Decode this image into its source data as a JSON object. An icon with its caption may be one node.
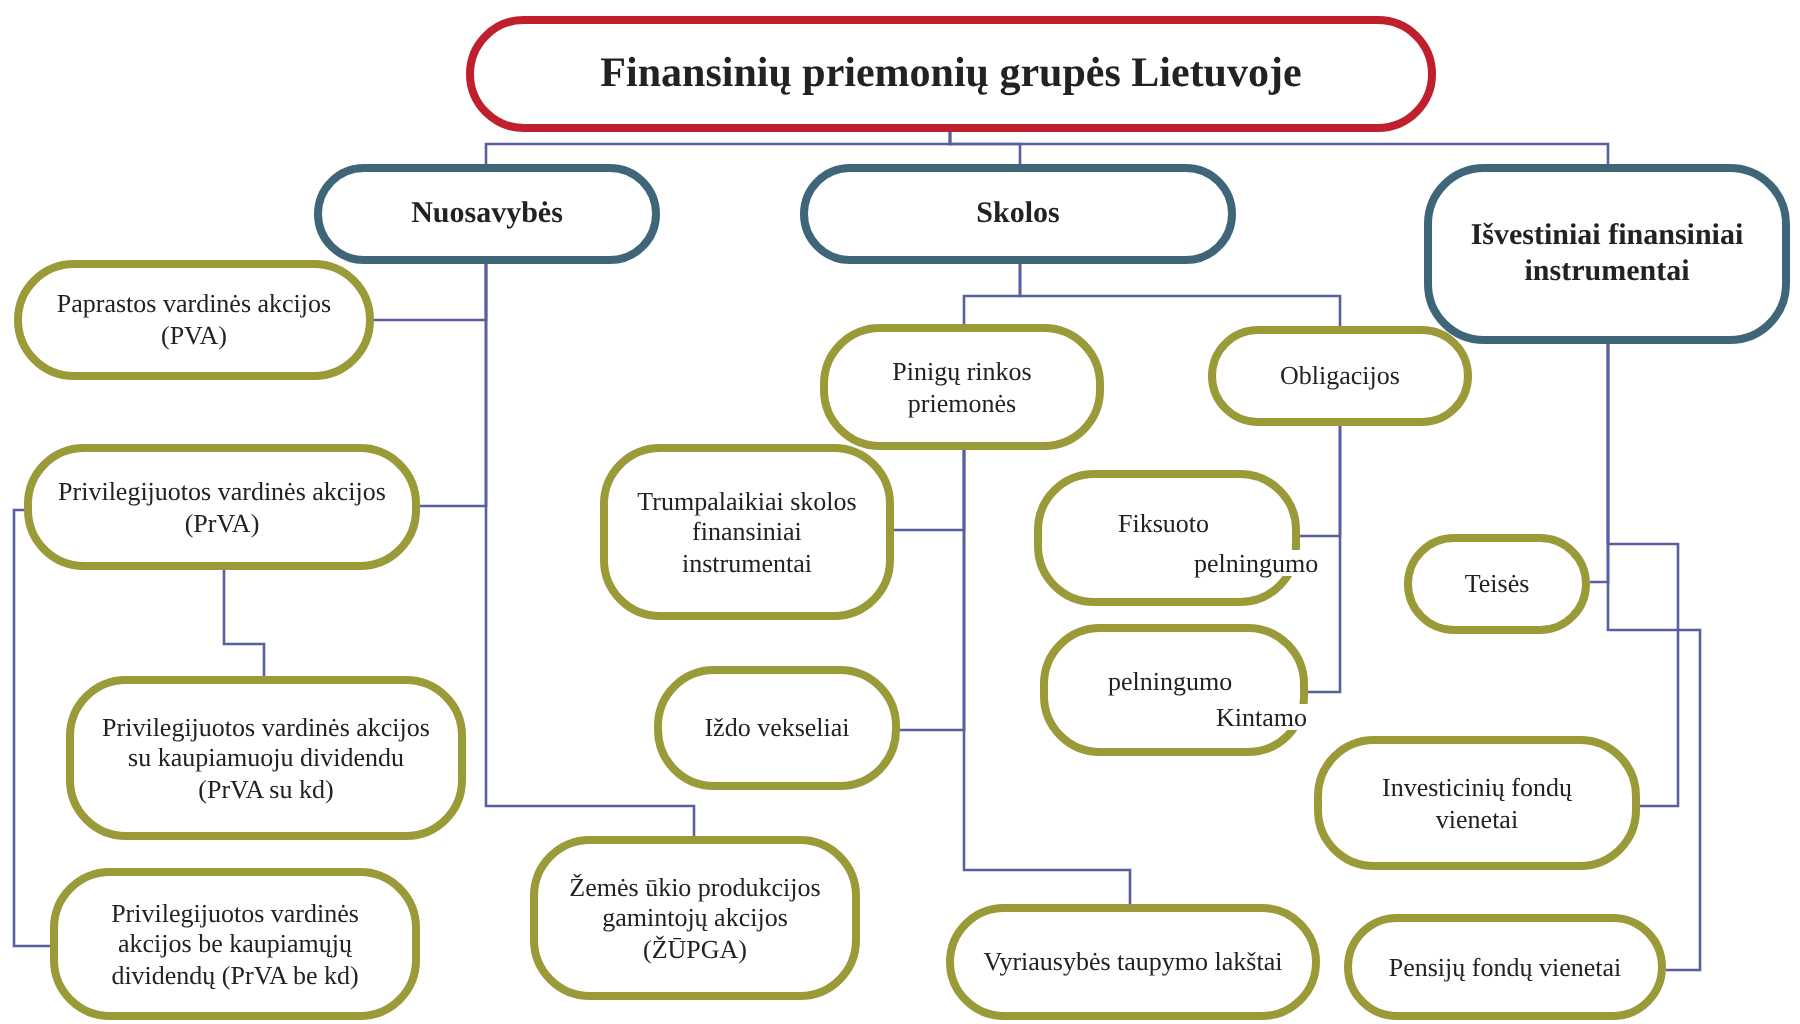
{
  "diagram": {
    "nodes": [
      {
        "text": [
          "Finansinių priemonių grupės Lietuvoje"
        ]
      },
      {
        "text": [
          "Nuosavybės"
        ]
      },
      {
        "text": [
          "Skolos"
        ]
      },
      {
        "text": [
          "Išvestiniai finansiniai instrumentai"
        ]
      },
      {
        "text": [
          "Paprastos vardinės akcijos (PVA)"
        ]
      },
      {
        "text": [
          "Privilegijuotos vardinės akcijos (PrVA)"
        ]
      },
      {
        "text": [
          "Pinigų rinkos priemonės"
        ]
      },
      {
        "text": [
          "Obligacijos"
        ]
      },
      {
        "text": [
          "Trumpalaikiai skolos finansiniai instrumentai"
        ]
      },
      {
        "text": [
          "Fiksuoto",
          "pelningumo"
        ]
      },
      {
        "text": [
          "Teisės"
        ]
      },
      {
        "text": [
          "pelningumo",
          "Kintamo"
        ]
      },
      {
        "text": [
          "Iždo vekseliai"
        ]
      },
      {
        "text": [
          "Privilegijuotos vardinės akcijos su kaupiamuoju dividendu (PrVA su kd)"
        ]
      },
      {
        "text": [
          "Investicinių fondų vienetai"
        ]
      },
      {
        "text": [
          "Žemės ūkio produkcijos gamintojų akcijos (ŽŪPGA)"
        ]
      },
      {
        "text": [
          "Privilegijuotos vardinės akcijos be kaupiamųjų dividendų (PrVA be kd)"
        ]
      },
      {
        "text": [
          "Vyriausybės taupymo lakštai"
        ]
      },
      {
        "text": [
          "Pensijų fondų vienetai"
        ]
      }
    ],
    "edges": [
      {
        "from": 0,
        "to": 1,
        "arrow": "none"
      },
      {
        "from": 0,
        "to": 2,
        "arrow": "none"
      },
      {
        "from": 0,
        "to": 3,
        "arrow": "none"
      },
      {
        "from": 1,
        "to": 4,
        "arrow": "none"
      },
      {
        "from": 1,
        "to": 5,
        "arrow": "none"
      },
      {
        "from": 1,
        "to": 15,
        "arrow": "none"
      },
      {
        "from": 5,
        "to": 13,
        "arrow": "none"
      },
      {
        "from": 5,
        "to": 16,
        "arrow": "none"
      },
      {
        "from": 2,
        "to": 6,
        "arrow": "none"
      },
      {
        "from": 2,
        "to": 7,
        "arrow": "none"
      },
      {
        "from": 6,
        "to": 8,
        "arrow": "none"
      },
      {
        "from": 6,
        "to": 12,
        "arrow": "none"
      },
      {
        "from": 6,
        "to": 17,
        "arrow": "none"
      },
      {
        "from": 7,
        "to": 9,
        "arrow": "none"
      },
      {
        "from": 7,
        "to": 11,
        "arrow": "none"
      },
      {
        "from": 3,
        "to": 10,
        "arrow": "none"
      },
      {
        "from": 3,
        "to": 14,
        "arrow": "none"
      },
      {
        "from": 3,
        "to": 18,
        "arrow": "none"
      }
    ]
  }
}
